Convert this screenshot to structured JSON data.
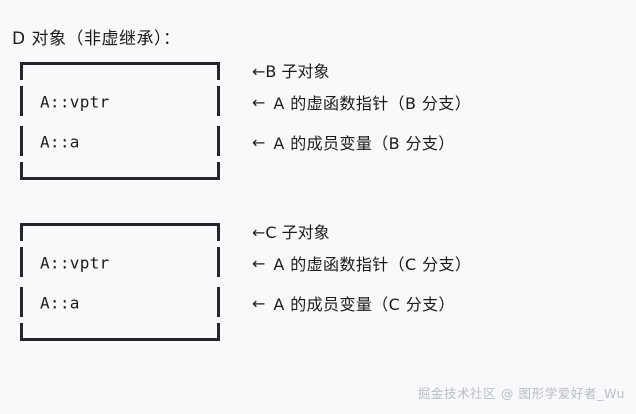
{
  "heading": "D 对象（非虚继承）：",
  "arrow_glyph": "←",
  "blocks": [
    {
      "id": "b-subobject",
      "cap_annotation": "B 子对象",
      "rows": [
        {
          "label": "A::vptr",
          "annotation": "A 的虚函数指针（B 分支）"
        },
        {
          "label": "A::a",
          "annotation": "A 的成员变量（B 分支）"
        }
      ]
    },
    {
      "id": "c-subobject",
      "cap_annotation": "C 子对象",
      "rows": [
        {
          "label": "A::vptr",
          "annotation": "A 的虚函数指针（C 分支）"
        },
        {
          "label": "A::a",
          "annotation": "A 的成员变量（C 分支）"
        }
      ]
    }
  ],
  "watermark": "掘金技术社区 @ 图形学爱好者_Wu",
  "colors": {
    "background": "#f8f9fb",
    "ink": "#1b1b1b",
    "frame": "#23252b",
    "watermark": "#b9bcc3"
  }
}
